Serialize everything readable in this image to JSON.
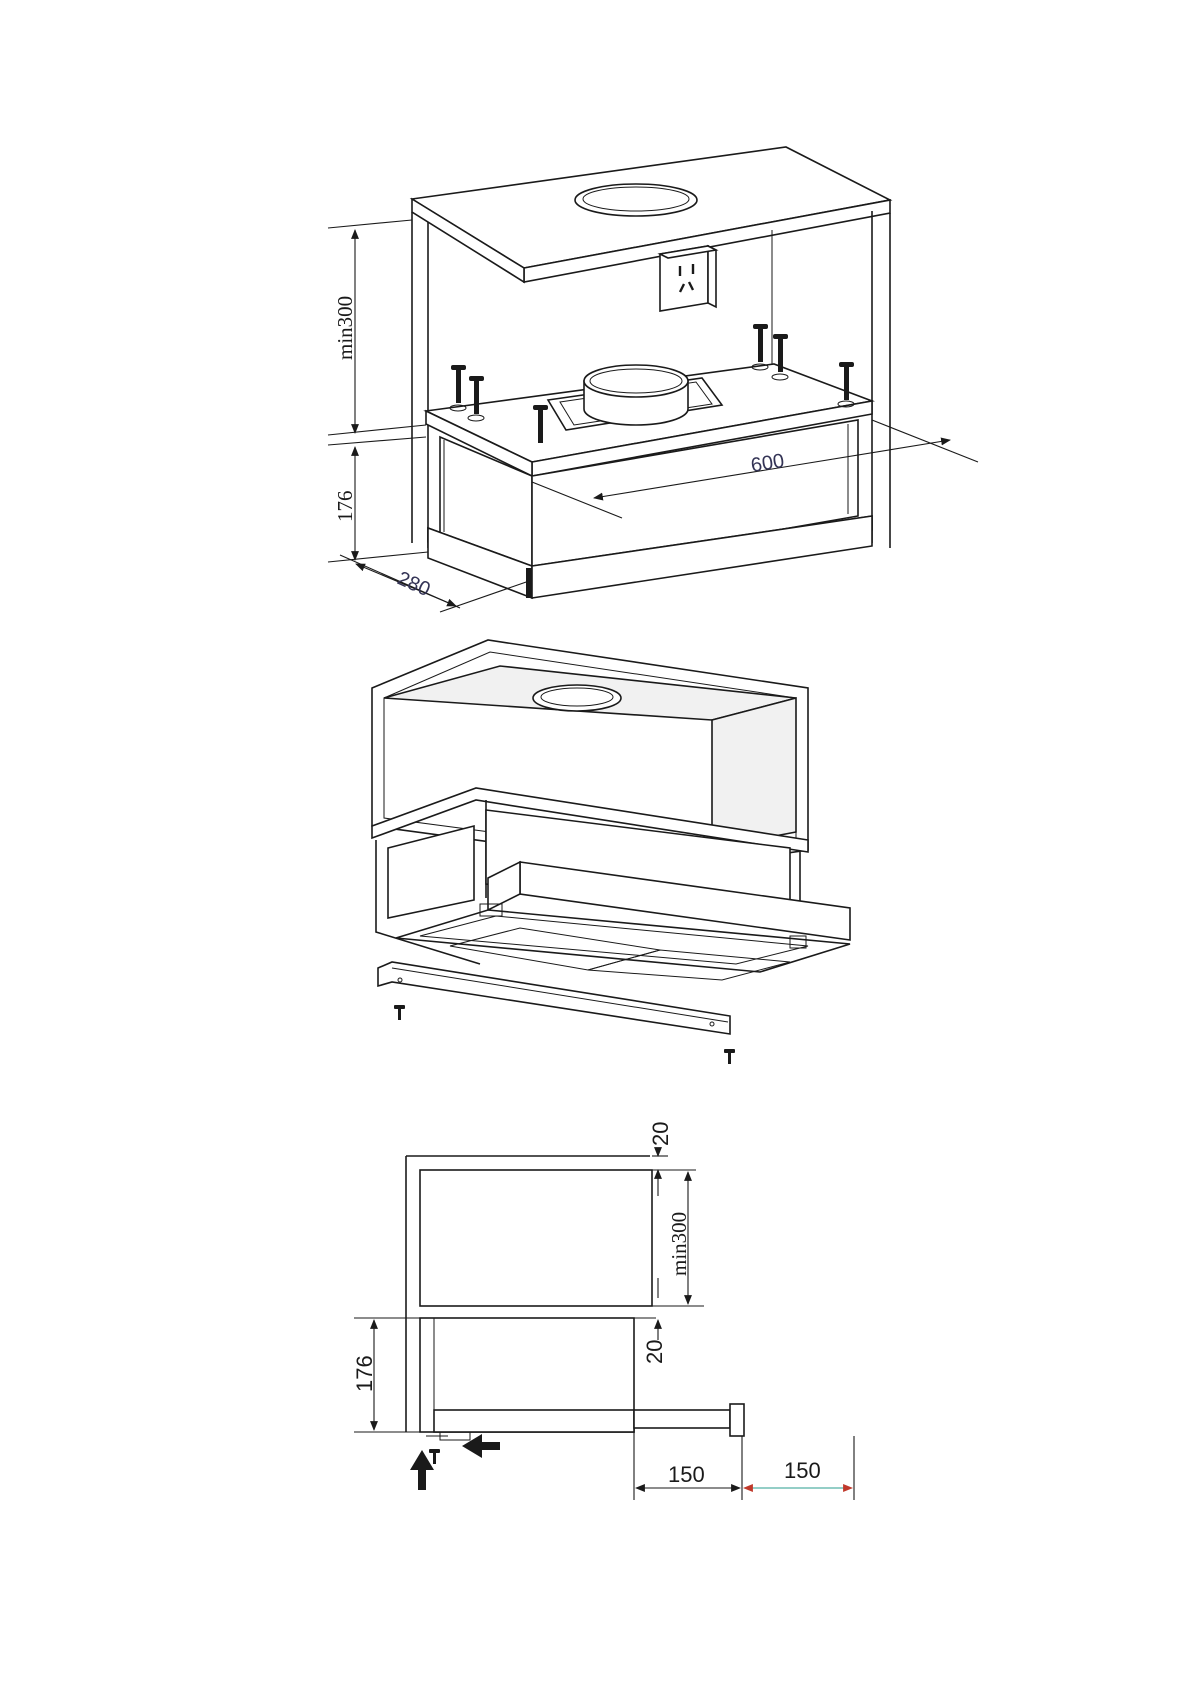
{
  "figure1": {
    "dim_height_clearance": "min300",
    "dim_hood_height": "176",
    "dim_depth": "280",
    "dim_width": "600"
  },
  "figure2": {},
  "figure3": {
    "dim_top_gap": "20",
    "dim_clearance": "min300",
    "dim_side_gap": "20",
    "dim_hood_height": "176",
    "dim_extension_1": "150",
    "dim_extension_2": "150"
  },
  "colors": {
    "line": "#1a1a1a",
    "dim_line_accent": "#2a9d8f",
    "dim_arrow_accent": "#c0392b"
  }
}
